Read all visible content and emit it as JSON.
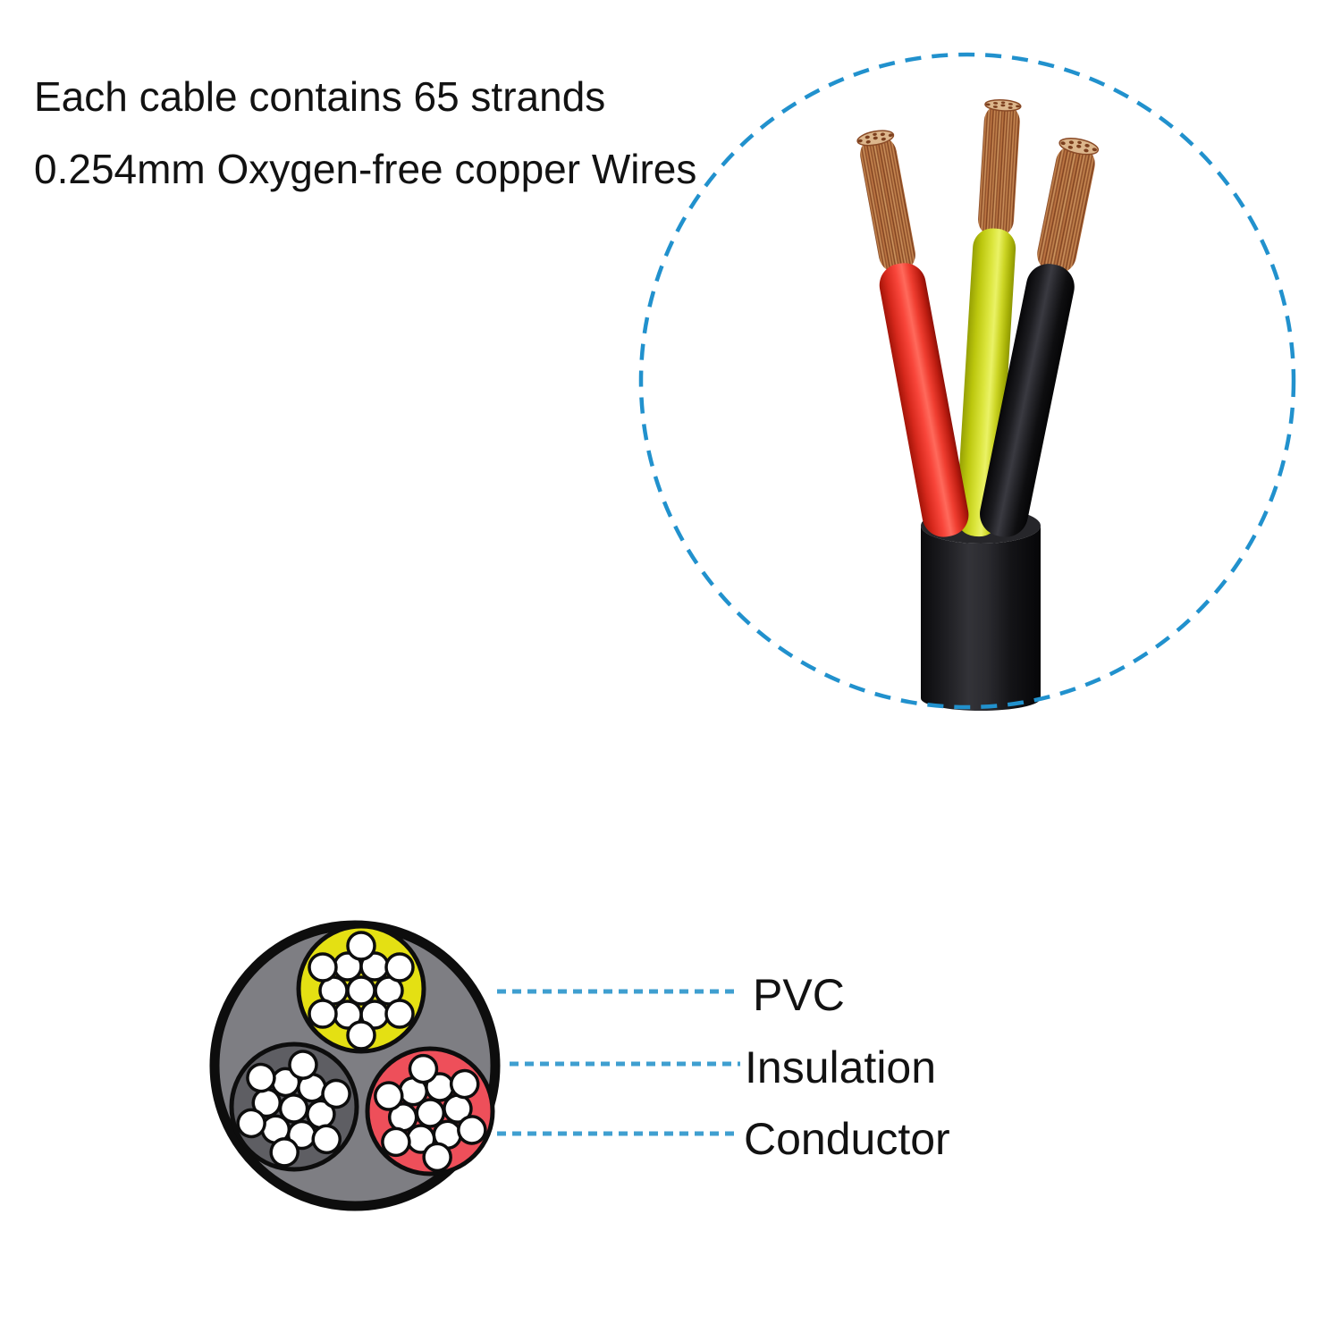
{
  "headline": {
    "line1": "Each cable contains 65 strands",
    "line2": "0.254mm Oxygen-free copper Wires"
  },
  "cross_section": {
    "labels": {
      "pvc": "PVC",
      "insulation": "Insulation",
      "conductor": "Conductor"
    }
  },
  "colors": {
    "accent_blue": "#2191cd",
    "label_line_blue": "#3f9fd0",
    "text_black": "#121212",
    "wire_red": "#e8352a",
    "wire_yellow": "#ccd62e",
    "wire_black": "#18181b",
    "jacket_black": "#141416",
    "copper": "#b9743f",
    "cs_outer_gray": "#7e7e83",
    "cs_bundle_gray": "#5e5e63",
    "cs_bundle_yellow": "#e4e013",
    "cs_bundle_red": "#ee4f5a",
    "strand_white": "#ffffff"
  }
}
